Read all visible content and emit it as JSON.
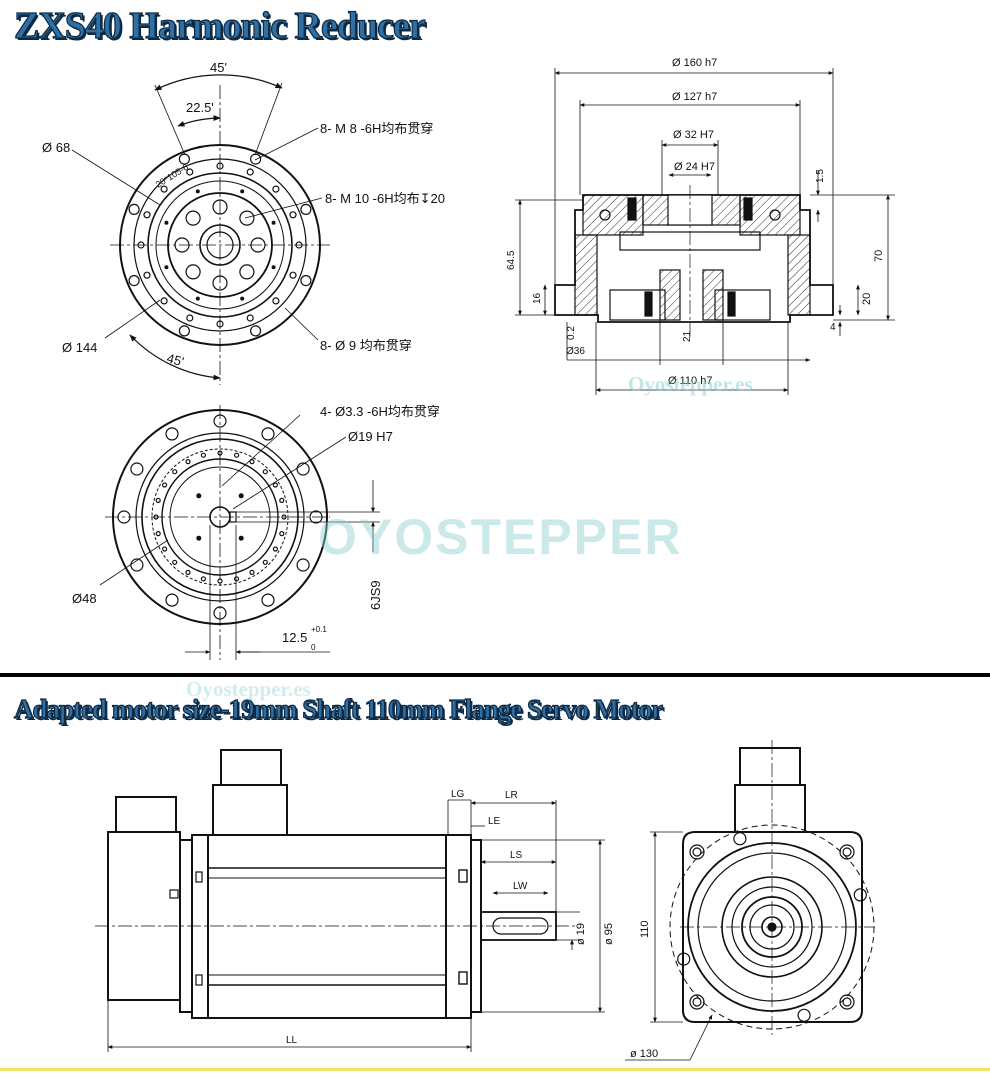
{
  "titles": {
    "reducer": "ZXS40 Harmonic Reducer",
    "motor": "Adapted motor size-19mm Shaft 110mm Flange Servo Motor"
  },
  "watermarks": {
    "small_top": "Oyostepper.es",
    "small_mid": "Oyostepper.es",
    "big": "OYOSTEPPER"
  },
  "front_view": {
    "angle_45_top": "45'",
    "angle_22_5": "22.5'",
    "angle_45_bottom": "45'",
    "d68": "Ø 68",
    "d144": "Ø 144",
    "holes_m8": "8- M 8 -6H均布贯穿",
    "holes_m10": "8- M 10 -6H均布↧20",
    "holes_d9": "8- Ø 9 均布贯穿",
    "plate_text": "20*105-6"
  },
  "rear_view": {
    "holes_d3_3": "4- Ø3.3 -6H均布贯穿",
    "d19": "Ø19 H7",
    "d48": "Ø48",
    "keyway": "6JS9",
    "dim_12_5": "12.5",
    "tol_plus": "+0.1",
    "tol_zero": "0"
  },
  "section_view": {
    "d160": "Ø 160 h7",
    "d127": "Ø 127 h7",
    "d32": "Ø 32 H7",
    "d24": "Ø 24 H7",
    "d110": "Ø 110 h7",
    "d36": "Ø36",
    "dim_1_5": "1.5",
    "dim_70": "70",
    "dim_64_5": "64.5",
    "dim_16": "16",
    "dim_20": "20",
    "dim_4": "4",
    "dim_0_2": "0.2",
    "dim_21": "21"
  },
  "motor_side": {
    "LG": "LG",
    "LR": "LR",
    "LE": "LE",
    "LS": "LS",
    "LW": "LW",
    "LL": "LL",
    "d19": "ø 19",
    "d95": "ø 95"
  },
  "motor_front": {
    "dim_110": "110",
    "d130": "ø 130"
  }
}
